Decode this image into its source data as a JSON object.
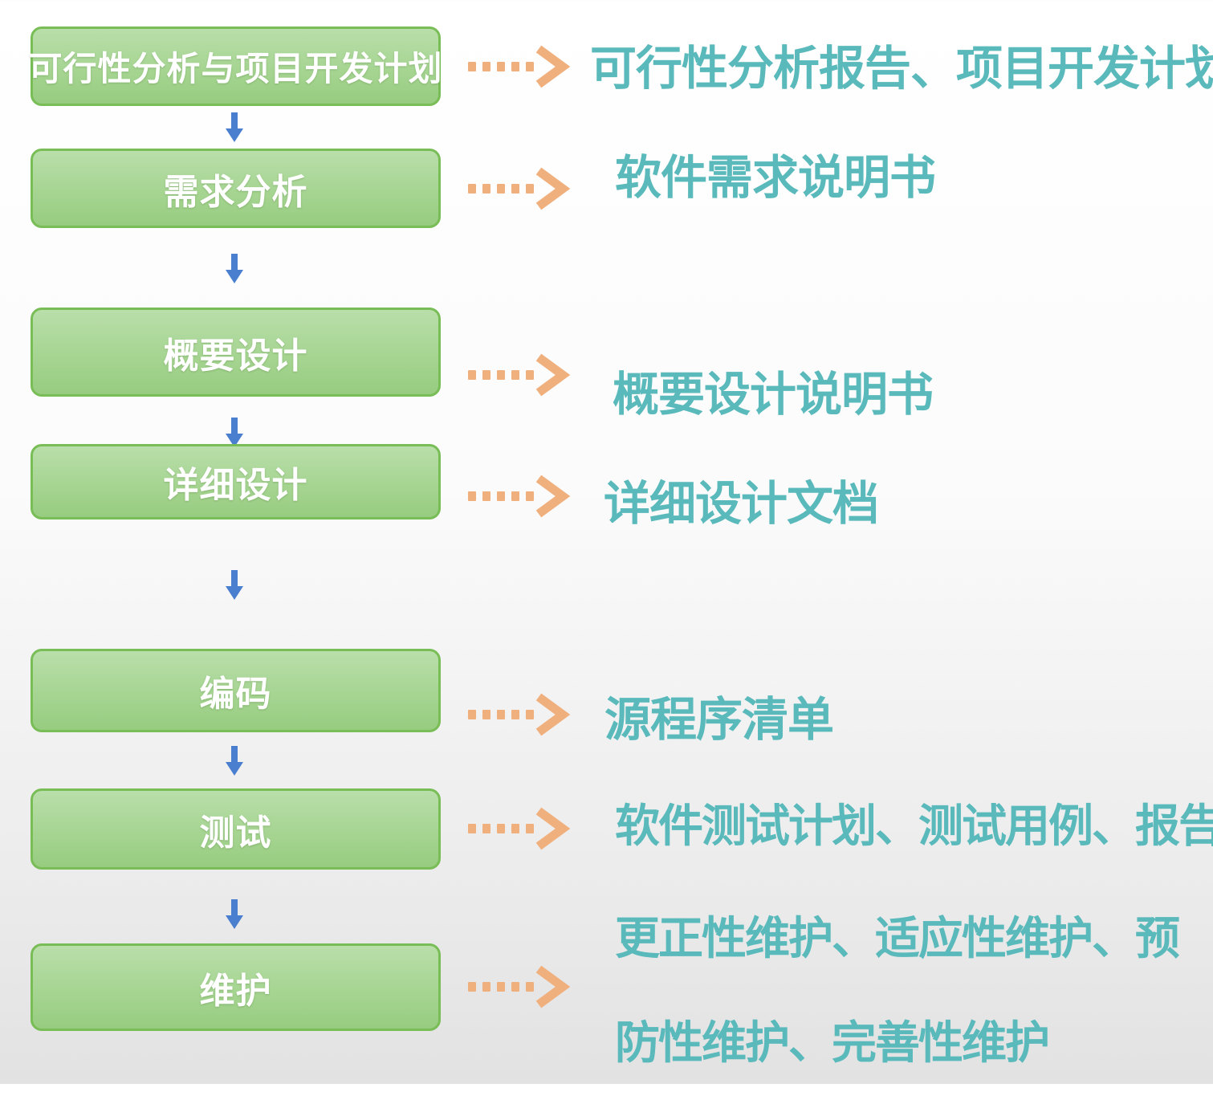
{
  "colors": {
    "box_fill": "#a6d592",
    "box_border": "#78bd56",
    "box_text": "#ffffff",
    "flow_arrow": "#4a7fd0",
    "deliverable_arrow": "#f0b07e",
    "deliverable_text": "#5ab9bb"
  },
  "icons": {
    "flow_arrow": "arrow-down-icon",
    "deliverable_arrow": "dotted-arrow-right-icon"
  },
  "stages": [
    {
      "label": "可行性分析与项目开发计划",
      "deliverable": "可行性分析报告、项目开发计划"
    },
    {
      "label": "需求分析",
      "deliverable": "软件需求说明书"
    },
    {
      "label": "概要设计",
      "deliverable": "概要设计说明书"
    },
    {
      "label": "详细设计",
      "deliverable": "详细设计文档"
    },
    {
      "label": "编码",
      "deliverable": "源程序清单"
    },
    {
      "label": "测试",
      "deliverable": "软件测试计划、测试用例、报告"
    },
    {
      "label": "维护",
      "deliverable": "更正性维护、适应性维护、预防性维护、完善性维护"
    }
  ]
}
